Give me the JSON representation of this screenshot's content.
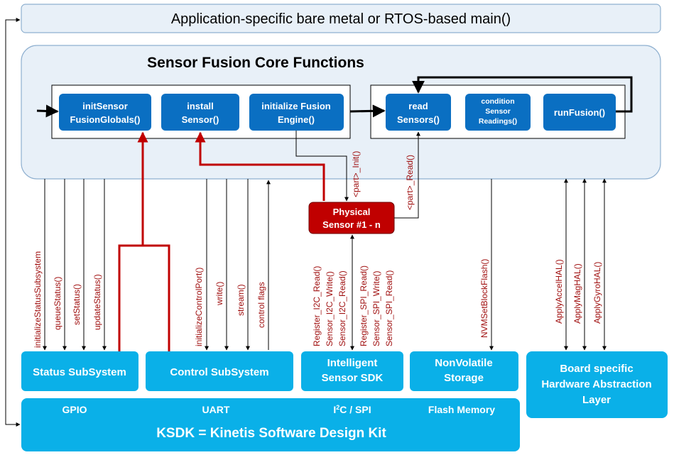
{
  "main_box": "Application-specific bare metal or RTOS-based main()",
  "core": {
    "title": "Sensor Fusion Core Functions",
    "init_group": [
      [
        "initSensor",
        "FusionGlobals()"
      ],
      [
        "install",
        "Sensor()"
      ],
      [
        "initialize Fusion",
        "Engine()"
      ]
    ],
    "run_group": [
      [
        "read",
        "Sensors()"
      ],
      [
        "condition",
        "Sensor",
        "Readings()"
      ],
      [
        "runFusion()"
      ]
    ]
  },
  "physical_sensor": [
    "Physical",
    "Sensor #1 - n"
  ],
  "labels": {
    "part_init": "<part>_Init()",
    "part_read": "<part>_Read()",
    "status_calls": [
      "initializeStatusSubsystem",
      "queueStatus()",
      "setStatus()",
      "updateStatus()"
    ],
    "control_calls": [
      "initializeControlPort()",
      "write()",
      "stream()",
      "control flags"
    ],
    "sensor_calls": [
      "Register_I2C_Read()",
      "Sensor_I2C_Write()",
      "Sensor_I2C_Read()",
      "Register_SPI_Read()",
      "Sensor_SPI_Write()",
      "Sensor_SPI_Read()"
    ],
    "nvm_call": "NVMSetBlockFlash()",
    "hal_calls": [
      "ApplyAccelHAL()",
      "ApplyMagHAL()",
      "ApplyGyroHAL()"
    ]
  },
  "subsystems": {
    "status": "Status SubSystem",
    "control": "Control SubSystem",
    "sdk": [
      "Intelligent",
      "Sensor SDK"
    ],
    "nonvolatile": [
      "NonVolatile",
      "Storage"
    ],
    "hal": [
      "Board specific",
      "Hardware Abstraction",
      "Layer"
    ]
  },
  "ksdk": {
    "gpio": "GPIO",
    "uart": "UART",
    "i2c_prefix": "I",
    "i2c_sup": "2",
    "i2c_suffix": "C / SPI",
    "flash": "Flash Memory",
    "title": "KSDK = Kinetis Software Design Kit"
  },
  "colors": {
    "light_blue": "#e8f0f8",
    "light_border": "#8fb0d0",
    "dark_blue": "#0a6fc2",
    "cyan": "#0ab0e8",
    "red_box": "#c00000",
    "red_line": "#c00000",
    "label_red": "#a01010"
  }
}
